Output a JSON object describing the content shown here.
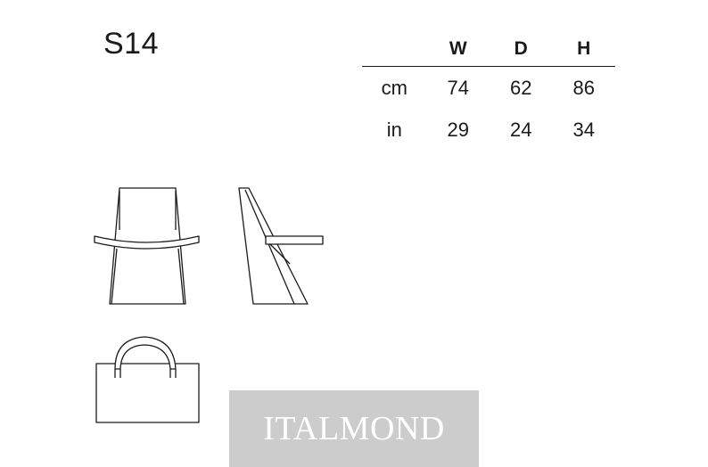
{
  "product": {
    "code": "S14"
  },
  "dimensions": {
    "headers": [
      "",
      "W",
      "D",
      "H"
    ],
    "rows": [
      {
        "unit": "cm",
        "values": [
          "74",
          "62",
          "86"
        ]
      },
      {
        "unit": "in",
        "values": [
          "29",
          "24",
          "34"
        ]
      }
    ]
  },
  "drawings": [
    {
      "view": "front",
      "icon": "chair-front-view-icon"
    },
    {
      "view": "side",
      "icon": "chair-side-view-icon"
    },
    {
      "view": "top",
      "icon": "chair-top-view-icon"
    }
  ],
  "watermark": {
    "text": "ITALMOND"
  },
  "colors": {
    "ink": "#1a1a1a",
    "watermark_bg": "#cccccc",
    "watermark_text": "#ffffff"
  }
}
